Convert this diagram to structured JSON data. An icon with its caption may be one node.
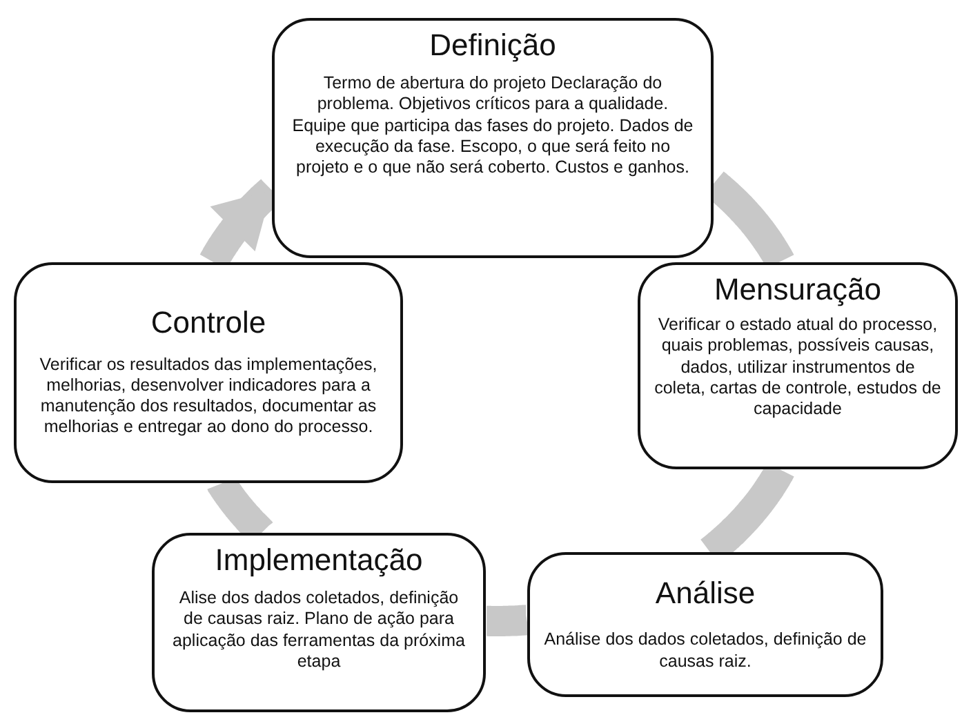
{
  "diagram": {
    "nodes": [
      {
        "text": [
          "Definição",
          "Termo de abertura do projeto Declaração do problema. Objetivos críticos para a qualidade. Equipe que participa das fases do projeto. Dados de execução da fase. Escopo, o que será feito no projeto e o que não será coberto. Custos e ganhos."
        ]
      },
      {
        "text": [
          "Mensuração",
          "Verificar o estado atual do processo, quais problemas, possíveis causas, dados, utilizar instrumentos de coleta, cartas de controle, estudos de capacidade"
        ]
      },
      {
        "text": [
          "Análise",
          "Análise dos dados coletados, definição de causas raiz."
        ]
      },
      {
        "text": [
          "Implementação",
          "Alise dos dados coletados, definição de causas raiz. Plano de ação para aplicação das ferramentas da próxima etapa"
        ]
      },
      {
        "text": [
          "Controle",
          "Verificar os resultados das implementações, melhorias, desenvolver indicadores para a manutenção dos resultados, documentar as melhorias e entregar ao dono do processo."
        ]
      }
    ],
    "edges": [
      {
        "from": 0,
        "to": 1,
        "arrow": "none"
      },
      {
        "from": 1,
        "to": 2,
        "arrow": "none"
      },
      {
        "from": 2,
        "to": 3,
        "arrow": "none"
      },
      {
        "from": 3,
        "to": 4,
        "arrow": "none"
      },
      {
        "from": 4,
        "to": 0,
        "arrow": "to"
      }
    ]
  }
}
